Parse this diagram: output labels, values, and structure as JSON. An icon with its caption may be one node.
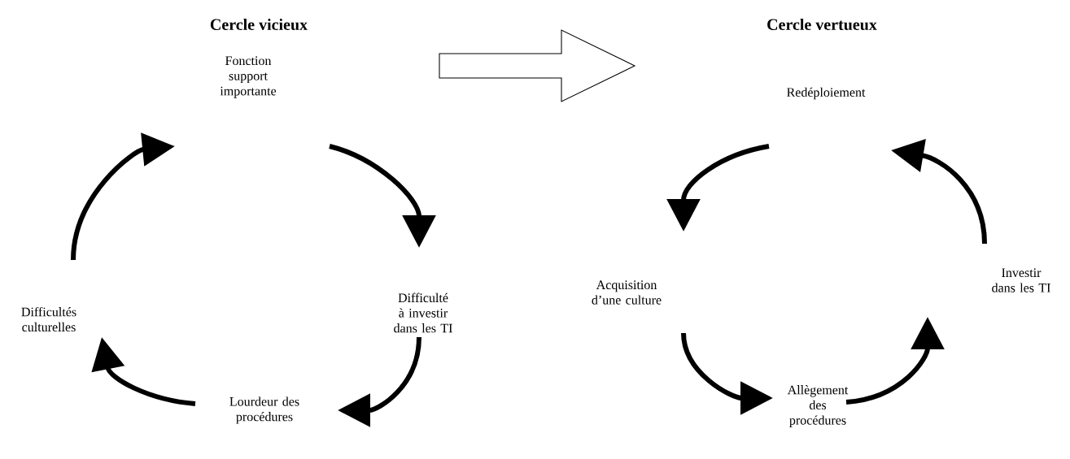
{
  "diagram": {
    "nodes": [
      {
        "text": [
          "Fonction support importante"
        ]
      },
      {
        "text": [
          "Difficulté à investir dans les TI"
        ]
      },
      {
        "text": [
          "Lourdeur des procédures"
        ]
      },
      {
        "text": [
          "Difficultés culturelles"
        ]
      },
      {
        "text": [
          "Redéploiement"
        ]
      },
      {
        "text": [
          "Acquisition d’une culture"
        ]
      },
      {
        "text": [
          "Allègement des procédures"
        ]
      },
      {
        "text": [
          "Investir dans les TI"
        ]
      }
    ],
    "edges": [
      {
        "from": 0,
        "to": 1,
        "arrow": "to"
      },
      {
        "from": 1,
        "to": 2,
        "arrow": "to"
      },
      {
        "from": 2,
        "to": 3,
        "arrow": "to"
      },
      {
        "from": 3,
        "to": 0,
        "arrow": "to"
      },
      {
        "from": 4,
        "to": 5,
        "arrow": "to"
      },
      {
        "from": 5,
        "to": 6,
        "arrow": "to"
      },
      {
        "from": 6,
        "to": 7,
        "arrow": "to"
      },
      {
        "from": 7,
        "to": 4,
        "arrow": "to"
      }
    ],
    "labels": [
      "Cercle vicieux",
      "Cercle vertueux"
    ]
  }
}
